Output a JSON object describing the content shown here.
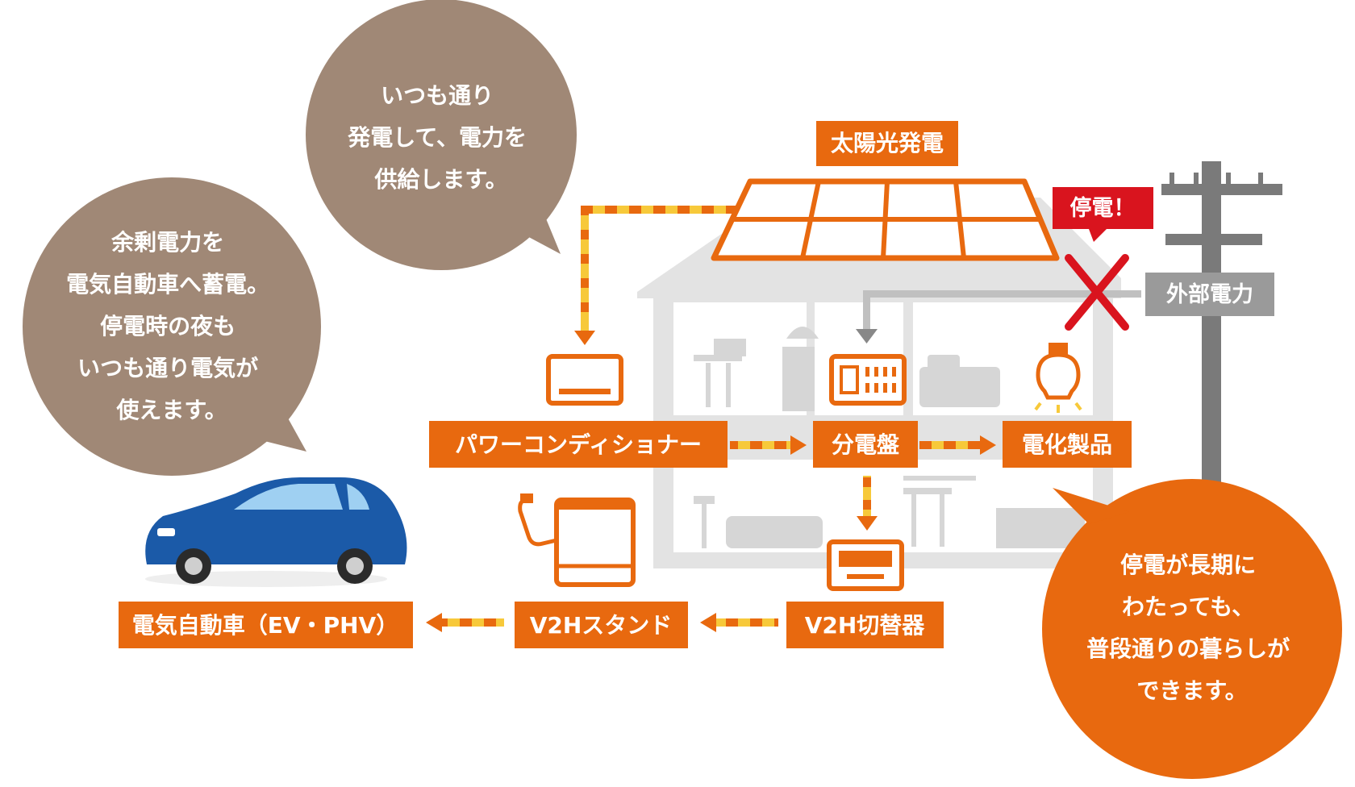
{
  "colors": {
    "orange": "#e8690f",
    "brown": "#a08876",
    "gray_light": "#e5e5e5",
    "gray_mid": "#c9c9c9",
    "gray_dark": "#7a7a7a",
    "red": "#d9141e",
    "yellow": "#f7c93a",
    "car_blue": "#1b5aa8"
  },
  "labels": {
    "solar": "太陽光発電",
    "power_conditioner": "パワーコンディショナー",
    "distribution_board": "分電盤",
    "appliances": "電化製品",
    "external_power": "外部電力",
    "blackout": "停電！",
    "v2h_switch": "V2H切替器",
    "v2h_stand": "V2Hスタンド",
    "ev": "電気自動車（EV・PHV）"
  },
  "bubbles": {
    "solar_note": [
      "いつも通り",
      "発電して、電力を",
      "供給します。"
    ],
    "surplus_note": [
      "余剰電力を",
      "電気自動車へ蓄電。",
      "停電時の夜も",
      "いつも通り電気が",
      "使えます。"
    ],
    "blackout_note": [
      "停電が長期に",
      "わたっても、",
      "普段通りの暮らしが",
      "できます。"
    ]
  },
  "icons": {
    "solar_panel": "solar-panel-icon",
    "power_conditioner": "power-conditioner-icon",
    "distribution_board": "distribution-board-icon",
    "light_bulb": "light-bulb-icon",
    "v2h_switch": "v2h-switch-icon",
    "v2h_stand": "v2h-stand-icon",
    "car": "electric-car-icon",
    "utility_pole": "utility-pole-icon",
    "cross": "cross-mark-icon",
    "house": "house-icon"
  }
}
